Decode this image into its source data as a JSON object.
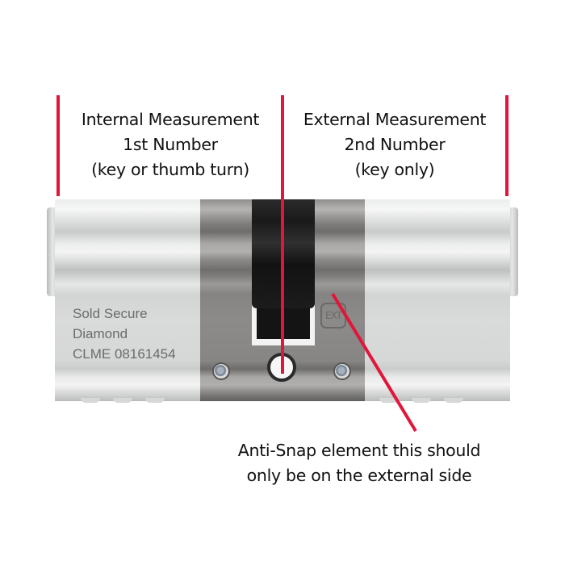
{
  "diagram": {
    "subject": "Euro cylinder lock",
    "labels": {
      "internal": {
        "lines": [
          "Internal Measurement",
          "1st Number",
          "(key or thumb turn)"
        ]
      },
      "external": {
        "lines": [
          "External Measurement",
          "2nd Number",
          "(key only)"
        ]
      },
      "anti_snap": {
        "lines": [
          "Anti-Snap element this should",
          "only be on the external side"
        ]
      }
    },
    "cylinder_stamp": {
      "lines": [
        "Sold Secure",
        "Diamond",
        "CLME 08161454"
      ]
    },
    "badge": {
      "text": "EXT"
    },
    "colors": {
      "marker_red": "#e0163a",
      "text": "#111111",
      "stamp_text": "#6b6b6b"
    }
  }
}
